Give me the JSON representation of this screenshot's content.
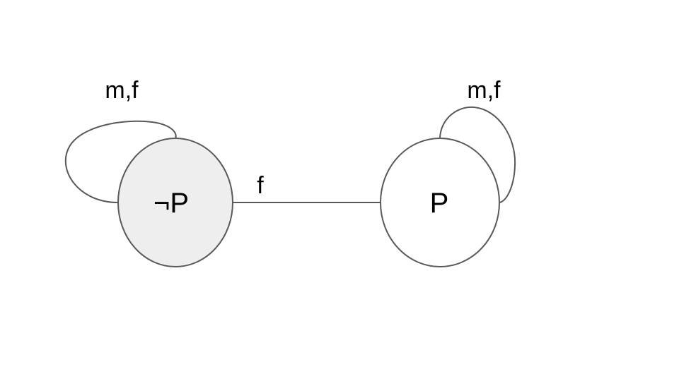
{
  "colors": {
    "stroke": "#595959",
    "node_not_p_fill": "#eeeeee",
    "node_p_fill": "#ffffff",
    "text": "#000000"
  },
  "nodes": {
    "not_p": {
      "label": "¬P"
    },
    "p": {
      "label": "P"
    }
  },
  "edges": {
    "self_loop_not_p": {
      "label": "m,f"
    },
    "self_loop_p": {
      "label": "m,f"
    },
    "link_not_p_to_p": {
      "label": "f"
    }
  }
}
